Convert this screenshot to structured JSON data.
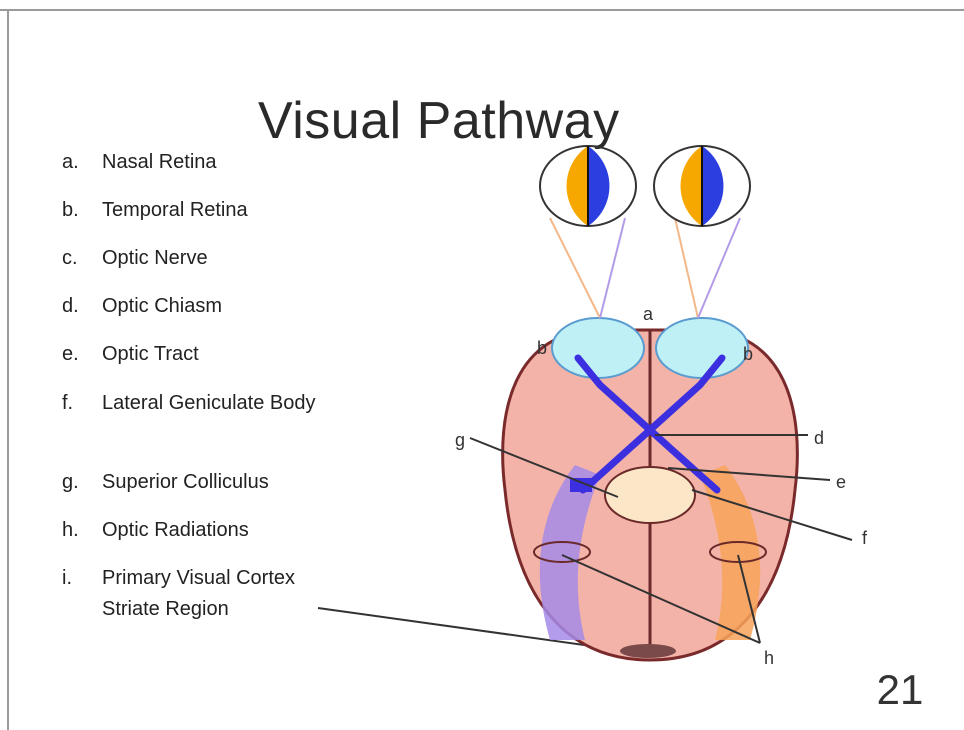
{
  "slide": {
    "title": "Visual Pathway",
    "page_number": "21"
  },
  "legend": [
    {
      "letter": "a.",
      "label": "Nasal Retina"
    },
    {
      "letter": "b.",
      "label": "Temporal Retina"
    },
    {
      "letter": "c.",
      "label": "Optic Nerve"
    },
    {
      "letter": "d.",
      "label": "Optic Chiasm"
    },
    {
      "letter": "e.",
      "label": "Optic Tract"
    },
    {
      "letter": "f.",
      "label": "Lateral Geniculate Body"
    },
    {
      "letter": "g.",
      "label": "Superior Colliculus"
    },
    {
      "letter": "h.",
      "label": "Optic Radiations"
    },
    {
      "letter": "i.",
      "label": "Primary Visual Cortex Striate Region"
    }
  ],
  "diagram_labels": {
    "a": "a",
    "b_left": "b",
    "b_right": "b",
    "d": "d",
    "e": "e",
    "f": "f",
    "g": "g",
    "h": "h"
  },
  "colors": {
    "nasal_field": "#f7a800",
    "temporal_field": "#2b3fe0",
    "brain_tissue": "#f3b3a8",
    "brain_outline": "#7a2a2a",
    "optic_pathway": "#3b2fe0",
    "optic_nerve_region": "#bff0f5",
    "left_radiation": "#a48be8",
    "right_radiation": "#f7a35a",
    "cortex_region": "#7a4a4a"
  }
}
